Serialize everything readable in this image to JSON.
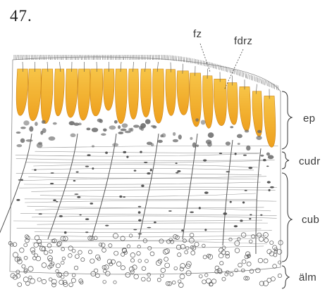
{
  "figure": {
    "number": "47."
  },
  "labels": {
    "fz": "fz",
    "fdrz": "fdrz",
    "ep": "ep",
    "cudr": "cudr",
    "cub": "cub",
    "alm": "älm"
  },
  "colors": {
    "gland_cell": "#f1a91d",
    "gland_cell_highlight": "#f8c94a",
    "line": "#4a4a4a",
    "background": "#ffffff"
  }
}
